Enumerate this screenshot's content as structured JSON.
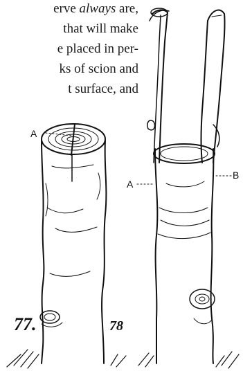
{
  "text": {
    "line1_pre": "erve ",
    "line1_em": "always",
    "line1_post": " are,",
    "line2": "that will make",
    "line3": "e placed in per-",
    "line4": "ks of scion and",
    "line5": "t surface, and"
  },
  "figures": {
    "fig77": {
      "number": "77.",
      "label_a": "A"
    },
    "fig78": {
      "number": "78",
      "label_a": "A",
      "label_b": "B"
    }
  }
}
